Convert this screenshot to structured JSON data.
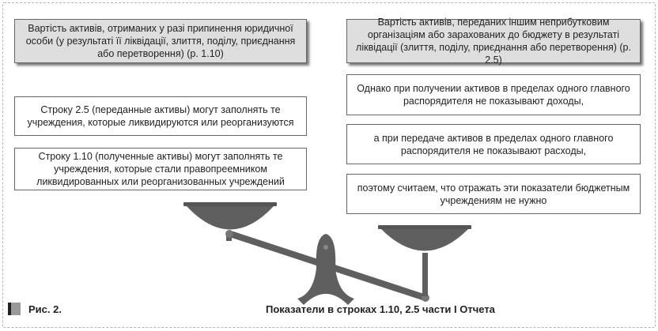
{
  "boxes_left": [
    "Вартість активів, отриманих у разі припинення юридичної особи (у результаті її ліквідації, злиття, поділу, приєднання або перетворення) (р. 1.10)",
    "Строку 2.5 (переданные активы) могут заполнять те учреждения, которые ликвидируются или реорганизуются",
    "Строку 1.10 (полученные активы) могут заполнять те учреждения, которые стали правопреемником ликвидированных или реорганизованных учреждений"
  ],
  "boxes_right": [
    "Вартість активів, переданих іншим неприбутковим організаціям або зарахованих до бюджету в результаті ліквідації (злиття, поділу, приєднання або перетворення) (р. 2.5)",
    "Однако при получении активов в пределах одного главного распорядителя не показывают доходы,",
    "а при передаче активов в пределах одного главного распорядителя не показывают расходы,",
    "поэтому считаем, что отражать эти показатели бюджетным учреждениям не нужно"
  ],
  "caption": {
    "label": "Рис. 2.",
    "title": "Показатели в строках 1.10, 2.5 части I Отчета"
  },
  "colors": {
    "scale": "#5f5f5f",
    "box_gray": "#dedede"
  }
}
